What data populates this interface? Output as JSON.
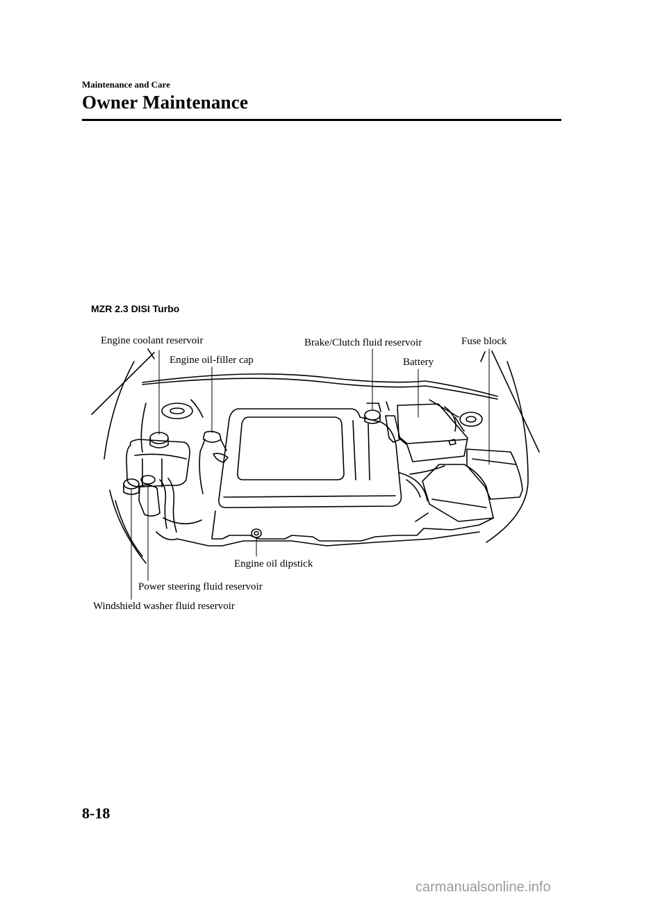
{
  "header": {
    "section": "Maintenance and Care",
    "title": "Owner Maintenance"
  },
  "figure": {
    "variant": "MZR 2.3 DISI Turbo",
    "labels": {
      "coolant": "Engine coolant reservoir",
      "oil_filler": "Engine oil-filler cap",
      "brake_clutch": "Brake/Clutch fluid reservoir",
      "battery": "Battery",
      "fuse_block": "Fuse block",
      "dipstick": "Engine oil dipstick",
      "power_steering": "Power steering fluid reservoir",
      "washer": "Windshield washer fluid reservoir"
    }
  },
  "footer": {
    "page_number": "8-18",
    "watermark": "carmanualsonline.info"
  }
}
